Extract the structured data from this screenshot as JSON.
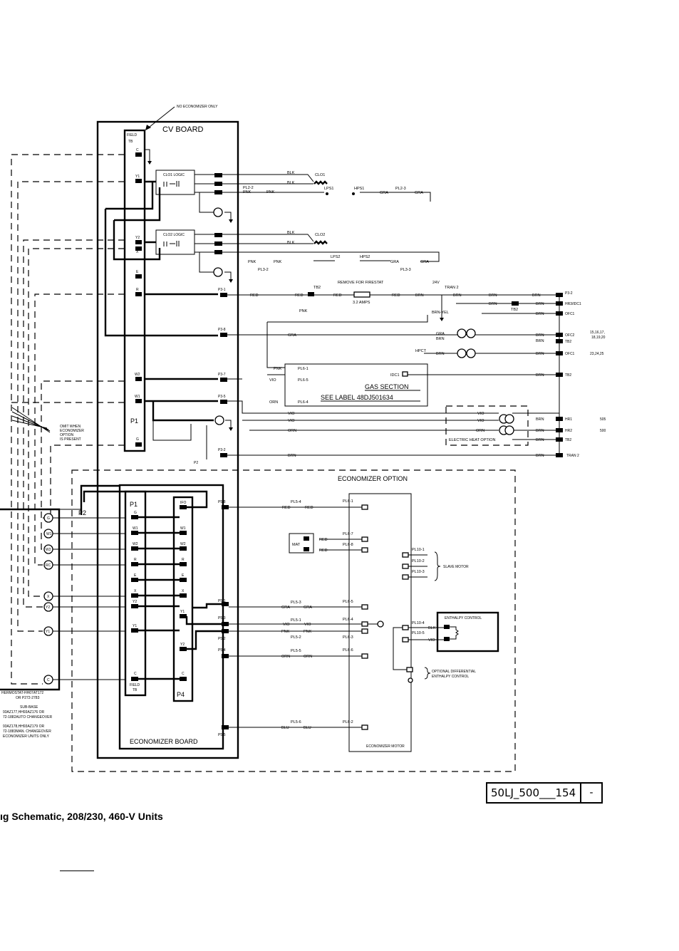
{
  "title_block": {
    "drawing_number": "50LJ_500___154",
    "revision": "-"
  },
  "caption": "ıg Schematic, 208/230, 460-V Units",
  "cv_board": {
    "title": "CV BOARD",
    "note": "NO ECONOMIZER ONLY",
    "field_tb": [
      "FIELD",
      "TB"
    ],
    "terminals": [
      "C",
      "Y1",
      "Y2",
      "X",
      "E",
      "R",
      "W2",
      "W1",
      "G"
    ],
    "connector": "P1",
    "clo1_logic": "CLO1 LOGIC",
    "clo2_logic": "CLO2 LOGIC",
    "p3_pins": [
      "P3-1",
      "P3-8",
      "P3-7",
      "P3-5",
      "P3-2"
    ]
  },
  "circuits": {
    "clo1": "CLO1",
    "clo2": "CLO2",
    "lps1": "LPS1",
    "hps1": "HPS1",
    "lps2": "LPS2",
    "hps2": "HPS2",
    "pl2_2": "PL2-2",
    "pl2_3": "PL2-3",
    "pl3_2": "PL3-2",
    "pl3_3": "PL3-3",
    "firestat": "REMOVE FOR FIRESTAT",
    "tb2": "TB2",
    "fuse": "3.2 AMPS",
    "v24": "24V",
    "tran2": "TRAN 2",
    "brn_yel": "BRN-YEL",
    "hr3_idc1": "HR3/IDC1",
    "ofc1": "OFC1",
    "ofc2": "OFC2",
    "ofc_units_a": "15,16,17,",
    "ofc_units_a2": "18,19,20",
    "ofc_units_b": "23,24,25",
    "hpct": "HPCT",
    "idc1": "IDC1",
    "hr1": "HR1",
    "hr2": "HR2",
    "unit_505": "505",
    "unit_500": "500"
  },
  "gas_section": {
    "title": "GAS SECTION",
    "label": "SEE LABEL 48DJ501634",
    "pl6_1": "PL6-1",
    "pl6_5": "PL6-5",
    "pl6_4": "PL6-4"
  },
  "electric_heat": "ELECTRIC HEAT OPTION",
  "omit_note": [
    "OMIT WHEN",
    "ECONOMIZER",
    "OPTION",
    "IS PRESENT"
  ],
  "economizer": {
    "title": "ECONOMIZER OPTION",
    "board_title": "ECONOMIZER BOARD",
    "p1": "P1",
    "p2": "P2",
    "p4": "P4",
    "p1_terminals": [
      "G",
      "W1",
      "W2",
      "R",
      "E",
      "X",
      "Y2",
      "Y1",
      "C"
    ],
    "p4_terminals": [
      "IFO",
      "W1",
      "W2",
      "R",
      "E",
      "X",
      "Y1",
      "Y2",
      "C"
    ],
    "p5_pins": [
      "P5-8",
      "P5-1",
      "P5-3",
      "P5-2",
      "P5-4",
      "P5-5"
    ],
    "pl5_pins": [
      "PL5-4",
      "PL5-3",
      "PL5-1",
      "PL5-2",
      "PL5-5",
      "PL5-6"
    ],
    "motor_pins": [
      "PL6-1",
      "PL6-7",
      "PL6-8",
      "PL6-5",
      "PL6-4",
      "PL6-3",
      "PL6-6",
      "PL6-2"
    ],
    "mat": "MAT",
    "slave_pins": [
      "PL10-1",
      "PL10-2",
      "PL10-3"
    ],
    "slave_motor": "SLAVE MOTOR",
    "enthalpy_pins": [
      "PL10-4",
      "PL10-5"
    ],
    "enthalpy_control": "ENTHALPY CONTROL",
    "optional_diff": [
      "OPTIONAL DIFFERENTIAL",
      "ENTHALPY CONTROL"
    ],
    "motor": "ECONOMIZER MOTOR"
  },
  "thermostat": {
    "terminals": [
      "G",
      "W1",
      "W2",
      "RC",
      "X",
      "Y2",
      "Y1",
      "C"
    ],
    "notes": [
      "HERMOSTAT-HH07AT172",
      "OR P272-2783",
      "SUB-BASE",
      "93AZ177,HH93AZ176 OR",
      "72-1882AUTO CHANGEOVER",
      "93AZ178,HH93AZ179 OR",
      "72-1883MAN. CHANGEOVER",
      "ECONOMIZER UNITS ONLY"
    ]
  },
  "wire_colors": {
    "blk": "BLK",
    "pnk": "PNK",
    "gra": "GRA",
    "red": "RED",
    "brn": "BRN",
    "vio": "VIO",
    "orn": "ORN",
    "blu": "BLU"
  }
}
